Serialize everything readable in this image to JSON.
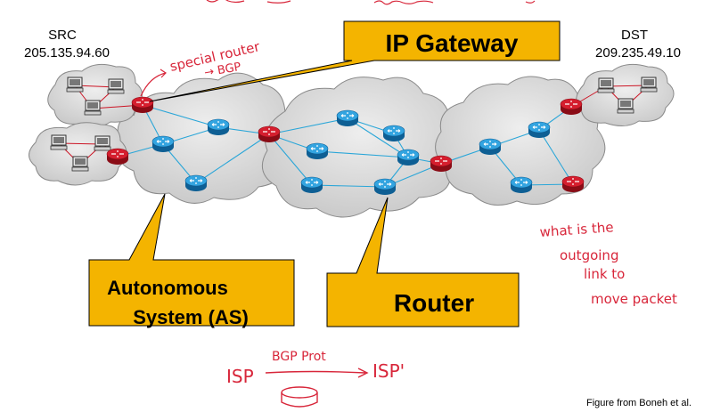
{
  "src": {
    "title": "SRC",
    "ip": "205.135.94.60"
  },
  "dst": {
    "title": "DST",
    "ip": "209.235.49.10"
  },
  "callouts": {
    "gateway": "IP Gateway",
    "as_line1": "Autonomous",
    "as_line2": "System (AS)",
    "router": "Router"
  },
  "annotations": {
    "special_router_line1": "special router",
    "special_router_line2": "→ BGP",
    "question_line1": "what is the",
    "question_line2": "outgoing",
    "question_line3": "link to",
    "question_line4": "move packet",
    "isp_left": "ISP",
    "isp_right": "ISP'",
    "bgp_prot": "BGP Prot"
  },
  "credit": "Figure from Boneh et al.",
  "colors": {
    "callout_fill": "#f4b400",
    "cloud_fill": "#d7d7d7",
    "router_blue": "#1e8fd0",
    "router_red": "#cc1525",
    "link_line": "#2aa6d8",
    "annotation": "#d8263a"
  }
}
